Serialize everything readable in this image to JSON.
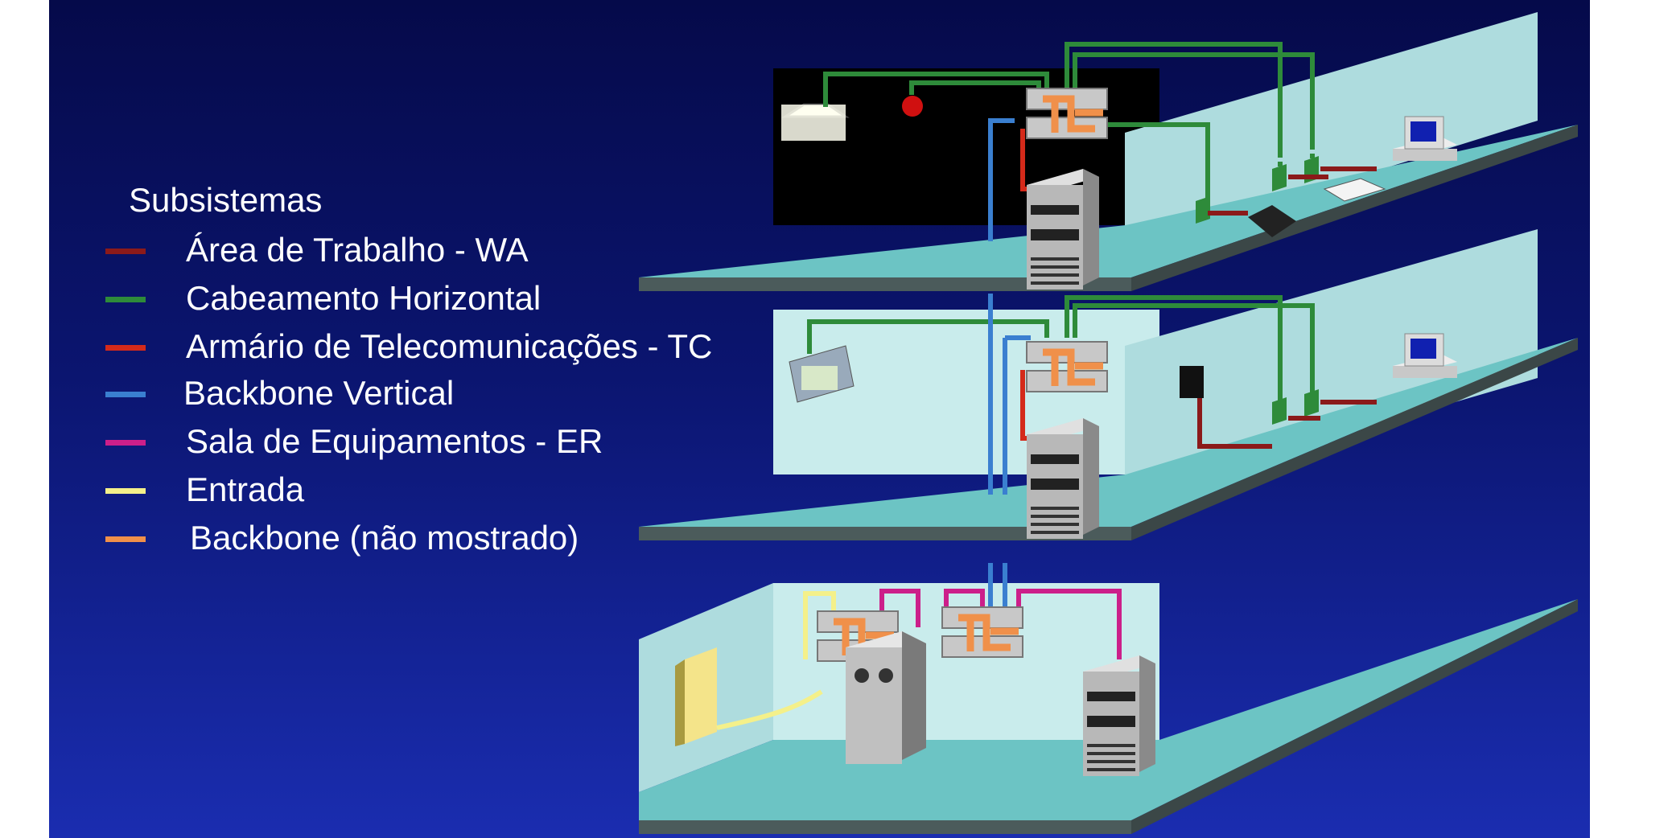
{
  "legend": {
    "title": "Subsistemas",
    "items": [
      {
        "label": "Área de Trabalho - WA",
        "color": "#8b1a1a"
      },
      {
        "label": "Cabeamento Horizontal",
        "color": "#2e8b3a"
      },
      {
        "label": "Armário de Telecomunicações - TC",
        "color": "#d42a1a"
      },
      {
        "label": "Backbone Vertical",
        "color": "#3a7fd0"
      },
      {
        "label": "Sala de Equipamentos - ER",
        "color": "#cc1f8a"
      },
      {
        "label": "Entrada",
        "color": "#f4f08a"
      },
      {
        "label": "Backbone (não mostrado)",
        "color": "#f0904a"
      }
    ]
  },
  "colors": {
    "floor_top": "#6cc4c4",
    "wall": "#aedcde",
    "room_dark": "#000000",
    "room_light": "#c9ecec",
    "server": "#b5b5b5"
  },
  "floors": [
    {
      "name": "top",
      "room": "dark",
      "devices": [
        "light-fixture",
        "alarm",
        "patch-panel",
        "server",
        "telephone",
        "fax",
        "computer"
      ]
    },
    {
      "name": "middle",
      "room": "light",
      "devices": [
        "camera-box",
        "patch-panel",
        "server",
        "security-camera",
        "computer"
      ]
    },
    {
      "name": "bottom",
      "room": "light",
      "devices": [
        "entrance-box",
        "patch-panel",
        "mainframe",
        "patch-panel",
        "server"
      ]
    }
  ]
}
